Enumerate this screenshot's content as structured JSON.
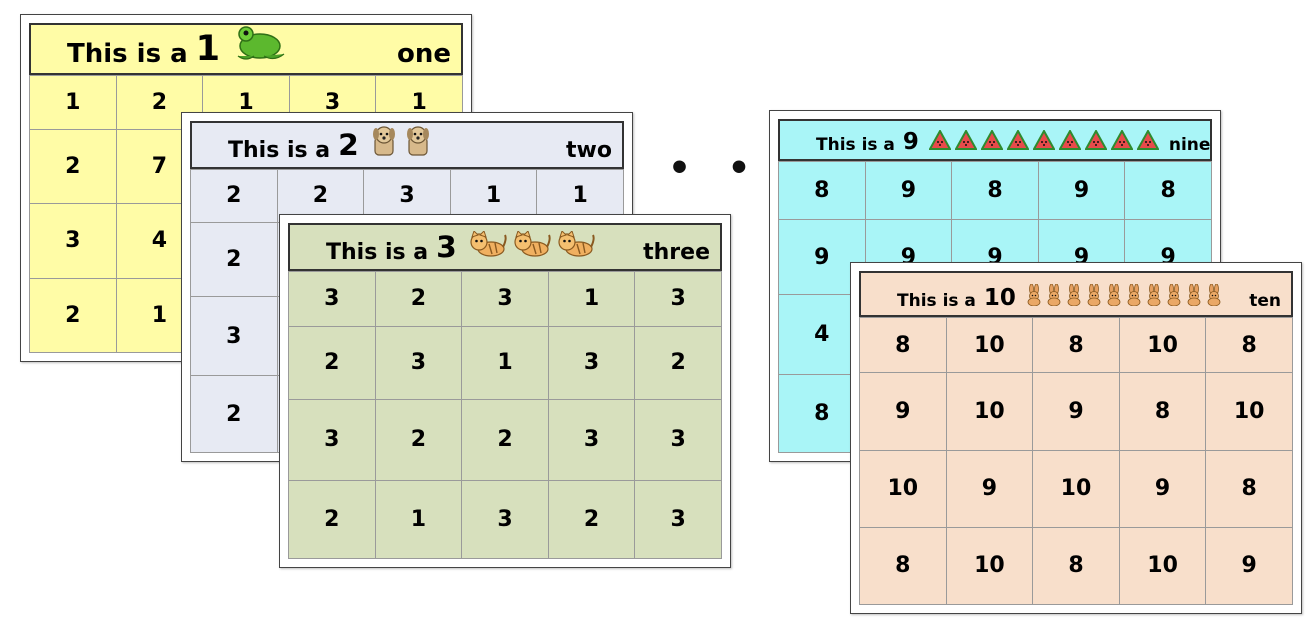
{
  "cards": [
    {
      "id": "one",
      "prefix": "This is a",
      "number": "1",
      "word": "one",
      "bg": "#fffca6",
      "rows": [
        [
          "1",
          "2",
          "1",
          "3",
          "1"
        ],
        [
          "2",
          "7",
          "",
          "",
          ""
        ],
        [
          "3",
          "4",
          "",
          "",
          ""
        ],
        [
          "2",
          "1",
          "",
          "",
          ""
        ]
      ]
    },
    {
      "id": "two",
      "prefix": "This is a",
      "number": "2",
      "word": "two",
      "bg": "#e7eaf3",
      "rows": [
        [
          "2",
          "2",
          "3",
          "1",
          "1"
        ],
        [
          "2",
          "",
          "",
          "",
          ""
        ],
        [
          "3",
          "",
          "",
          "",
          ""
        ],
        [
          "2",
          "",
          "",
          "",
          ""
        ]
      ]
    },
    {
      "id": "three",
      "prefix": "This is a",
      "number": "3",
      "word": "three",
      "bg": "#d7e0bd",
      "rows": [
        [
          "3",
          "2",
          "3",
          "1",
          "3"
        ],
        [
          "2",
          "3",
          "1",
          "3",
          "2"
        ],
        [
          "3",
          "2",
          "2",
          "3",
          "3"
        ],
        [
          "2",
          "1",
          "3",
          "2",
          "3"
        ]
      ]
    },
    {
      "id": "nine",
      "prefix": "This is a",
      "number": "9",
      "word": "nine",
      "bg": "#a9f5f7",
      "rows": [
        [
          "8",
          "9",
          "8",
          "9",
          "8"
        ],
        [
          "9",
          "9",
          "9",
          "9",
          "9"
        ],
        [
          "4",
          "",
          "",
          "",
          ""
        ],
        [
          "8",
          "",
          "",
          "",
          ""
        ]
      ]
    },
    {
      "id": "ten",
      "prefix": "This is a",
      "number": "10",
      "word": "ten",
      "bg": "#f8dfcb",
      "rows": [
        [
          "8",
          "10",
          "8",
          "10",
          "8"
        ],
        [
          "9",
          "10",
          "9",
          "8",
          "10"
        ],
        [
          "10",
          "9",
          "10",
          "9",
          "8"
        ],
        [
          "8",
          "10",
          "8",
          "10",
          "9"
        ]
      ]
    }
  ],
  "ellipsis": "• • •",
  "icons": {
    "one": "frog-icon",
    "two": "dog-icon",
    "three": "cat-icon",
    "nine": "watermelon-slice-icon",
    "ten": "bunny-icon"
  }
}
